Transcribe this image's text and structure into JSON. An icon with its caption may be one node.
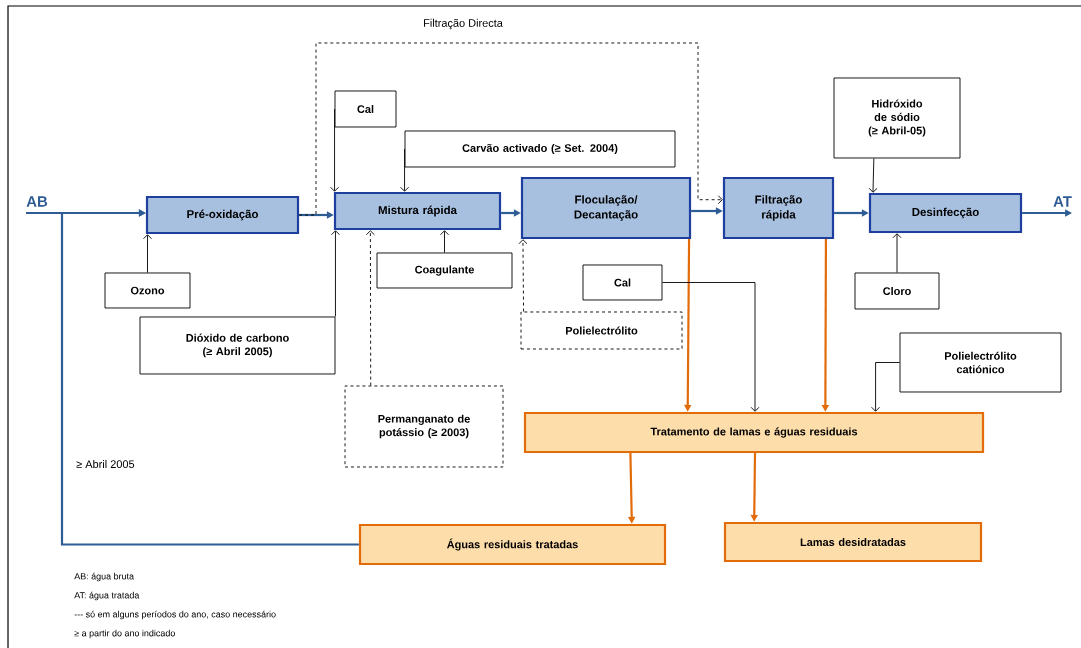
{
  "diagram": {
    "nodes": [
      {
        "text": [
          "Pré-oxidação"
        ]
      },
      {
        "text": [
          "Mistura rápida"
        ]
      },
      {
        "text": [
          "Floculação/ Decantação"
        ]
      },
      {
        "text": [
          "Filtração rápida"
        ]
      },
      {
        "text": [
          "Desinfecção"
        ]
      },
      {
        "text": [
          "Ozono"
        ]
      },
      {
        "text": [
          "Cal"
        ]
      },
      {
        "text": [
          "Carvão activado (≥ Set. 2004)"
        ]
      },
      {
        "text": [
          "Coagulante"
        ]
      },
      {
        "text": [
          "Dióxido de carbono (≥ Abril 2005)"
        ]
      },
      {
        "text": [
          "Permanganato de potássio (≥ 2003)"
        ]
      },
      {
        "text": [
          "Polielectrólito"
        ]
      },
      {
        "text": [
          "Cal"
        ]
      },
      {
        "text": [
          "Hidróxido de sódio (≥ Abril-05)"
        ]
      },
      {
        "text": [
          "Cloro"
        ]
      },
      {
        "text": [
          "Polielectrólito catiónico"
        ]
      },
      {
        "text": [
          "Tratamento de lamas e águas residuais"
        ]
      },
      {
        "text": [
          "Águas residuais tratadas"
        ]
      },
      {
        "text": [
          "Lamas desidratadas"
        ]
      },
      {
        "text": [
          "AB"
        ]
      },
      {
        "text": [
          "AT"
        ]
      }
    ],
    "edges": [
      {
        "from": 19,
        "to": 0,
        "arrow": "to",
        "color": "#2e5c94"
      },
      {
        "from": 17,
        "to": 0,
        "arrow": "to",
        "color": "#2e5c94"
      },
      {
        "from": 0,
        "to": 1,
        "arrow": "to",
        "color": "#2e5c94"
      },
      {
        "from": 1,
        "to": 2,
        "arrow": "to",
        "color": "#2e5c94"
      },
      {
        "from": 2,
        "to": 3,
        "arrow": "to",
        "color": "#2e5c94"
      },
      {
        "from": 3,
        "to": 4,
        "arrow": "to",
        "color": "#2e5c94"
      },
      {
        "from": 4,
        "to": 20,
        "arrow": "to",
        "color": "#2e5c94"
      },
      {
        "from": 5,
        "to": 0,
        "arrow": "to"
      },
      {
        "from": 6,
        "to": 1,
        "arrow": "to"
      },
      {
        "from": 7,
        "to": 1,
        "arrow": "to"
      },
      {
        "from": 8,
        "to": 1,
        "arrow": "to"
      },
      {
        "from": 9,
        "to": 1,
        "arrow": "to"
      },
      {
        "from": 10,
        "to": 1,
        "arrow": "to",
        "style": "dashed"
      },
      {
        "from": 11,
        "to": 2,
        "arrow": "to",
        "style": "dashed"
      },
      {
        "from": 0,
        "to": 3,
        "arrow": "to",
        "style": "dashed",
        "label": "Filtração Directa"
      },
      {
        "from": 2,
        "to": 16,
        "arrow": "to",
        "color": "#e36c0a"
      },
      {
        "from": 12,
        "to": 16,
        "arrow": "to"
      },
      {
        "from": 3,
        "to": 16,
        "arrow": "to",
        "color": "#e36c0a"
      },
      {
        "from": 15,
        "to": 16,
        "arrow": "to"
      },
      {
        "from": 13,
        "to": 4,
        "arrow": "to"
      },
      {
        "from": 14,
        "to": 4,
        "arrow": "to"
      },
      {
        "from": 16,
        "to": 17,
        "arrow": "to",
        "color": "#e36c0a"
      },
      {
        "from": 16,
        "to": 18,
        "arrow": "to",
        "color": "#e36c0a"
      }
    ],
    "labels": [
      "≥ Abril 2005",
      "AB: água bruta",
      "AT: água tratada",
      "--- só em alguns períodos do ano, caso necessário",
      "≥ a partir do ano indicado"
    ]
  }
}
